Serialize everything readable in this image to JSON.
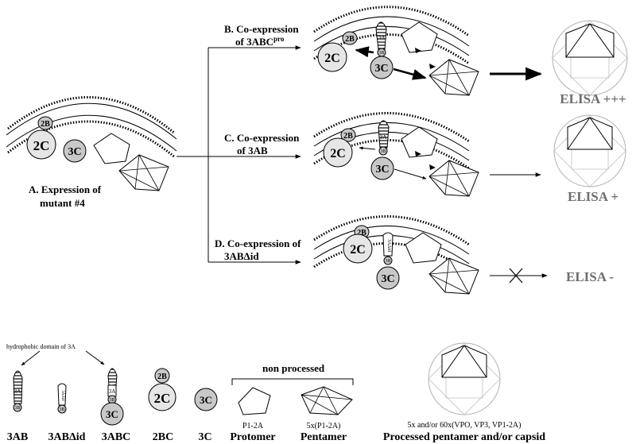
{
  "membrane_labels": {
    "b2": "2B",
    "c2": "2C",
    "c3": "3C",
    "a3": "3A",
    "b3": "3B"
  },
  "panel_a": {
    "line1": "A. Expression of",
    "line2": "mutant #4"
  },
  "panel_b": {
    "line1": "B. Co-expression",
    "line2_prefix": "of 3ABC",
    "line2_sup": "pro",
    "result": "ELISA +++"
  },
  "panel_c": {
    "line1": "C. Co-expression",
    "line2": "of  3AB",
    "result": "ELISA +"
  },
  "panel_d": {
    "line1": "D. Co-expression of",
    "line2": "3ABΔid",
    "result": "ELISA -",
    "strip": "3AΔid"
  },
  "legend": {
    "hydrophobic": "hydrophobic domain of 3A",
    "non_processed": "non processed",
    "items": [
      {
        "label": "3AB"
      },
      {
        "label": "3ABΔid",
        "inner": "3AΔid"
      },
      {
        "label": "3ABC"
      },
      {
        "label": "2BC"
      },
      {
        "label": "3C"
      },
      {
        "label": "Protomer",
        "sub": "P1-2A"
      },
      {
        "label": "Pentamer",
        "sub": "5x(P1-2A)"
      },
      {
        "label": "Processed pentamer and/or capsid",
        "sub": "5x and/or 60x(VPO, VP3, VP1-2A)"
      }
    ]
  },
  "colors": {
    "grey_fill": "#c8c8c8",
    "light_fill": "#e6e6e6",
    "elisa_grey": "#6e6e6e",
    "line": "#000000"
  }
}
